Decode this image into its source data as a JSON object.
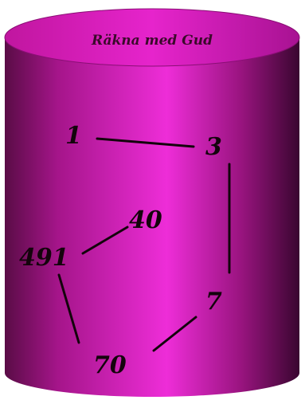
{
  "title": "Räkna med Gud",
  "colors": {
    "cylinder_light": "#ee2dd8",
    "cylinder_mid": "#b8169c",
    "cylinder_dark": "#4a0a3a",
    "top_face": "#e01ec6",
    "text": "#14040c"
  },
  "numbers": [
    "1",
    "3",
    "40",
    "491",
    "7",
    "70"
  ],
  "connections": [
    [
      "1",
      "3"
    ],
    [
      "3",
      "7"
    ],
    [
      "7",
      "70"
    ],
    [
      "70",
      "491"
    ],
    [
      "491",
      "40"
    ]
  ]
}
